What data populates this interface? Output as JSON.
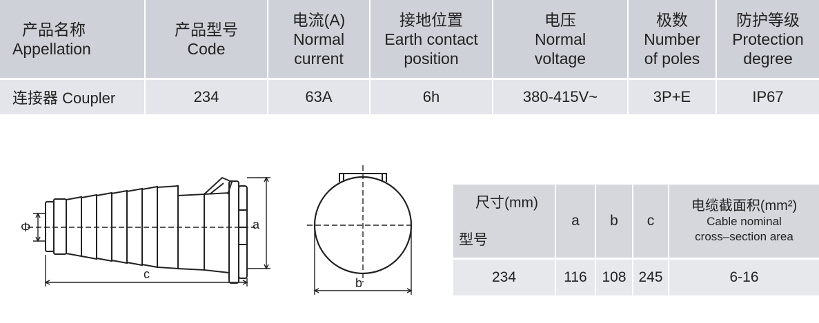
{
  "spec_table": {
    "headers": [
      {
        "zh": "产品名称",
        "en": [
          "Appellation"
        ]
      },
      {
        "zh": "产品型号",
        "en": [
          "Code"
        ]
      },
      {
        "zh": "电流(A)",
        "en": [
          "Normal",
          "current"
        ]
      },
      {
        "zh": "接地位置",
        "en": [
          "Earth contact",
          "position"
        ]
      },
      {
        "zh": "电压",
        "en": [
          "Normal",
          "voltage"
        ]
      },
      {
        "zh": "极数",
        "en": [
          "Number",
          "of poles"
        ]
      },
      {
        "zh": "防护等级",
        "en": [
          "Protection",
          "degree"
        ]
      }
    ],
    "row": [
      "连接器 Coupler",
      "234",
      "63A",
      "6h",
      "380-415V~",
      "3P+E",
      "IP67"
    ]
  },
  "drawing_labels": {
    "phi": "Φ",
    "a": "a",
    "b": "b",
    "c": "c"
  },
  "dim_table": {
    "corner_top": "尺寸(mm)",
    "corner_bottom": "型号",
    "col_a": "a",
    "col_b": "b",
    "col_c": "c",
    "cs_title_zh": "电缆截面积(mm²)",
    "cs_title_en1": "Cable nominal",
    "cs_title_en2": "cross–section area",
    "row": [
      "234",
      "116",
      "108",
      "245",
      "6-16"
    ]
  },
  "colors": {
    "header_bg": "#cfd1d8",
    "row_bg": "#e4e5ea",
    "accent_line": "#e9a3a3"
  }
}
